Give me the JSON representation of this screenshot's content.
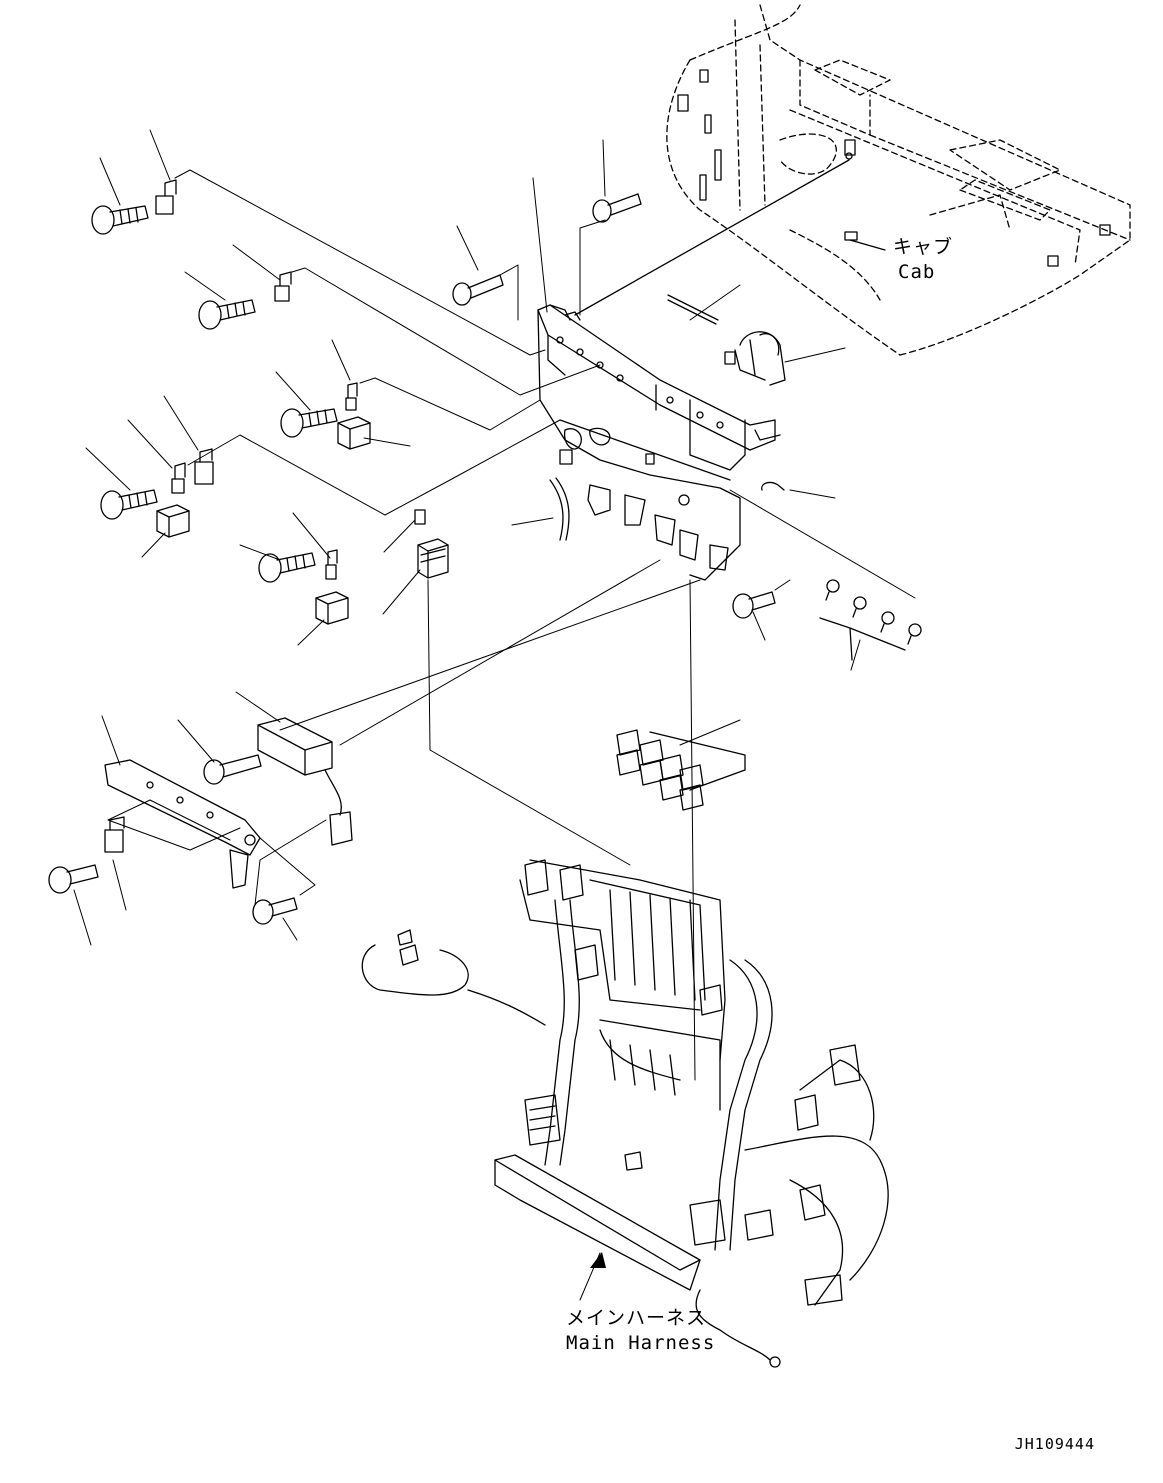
{
  "labels": {
    "cab_jp": "キャブ",
    "cab_en": "Cab",
    "harness_jp": "メインハーネス",
    "harness_en": "Main Harness"
  },
  "figure_id": "JH109444"
}
